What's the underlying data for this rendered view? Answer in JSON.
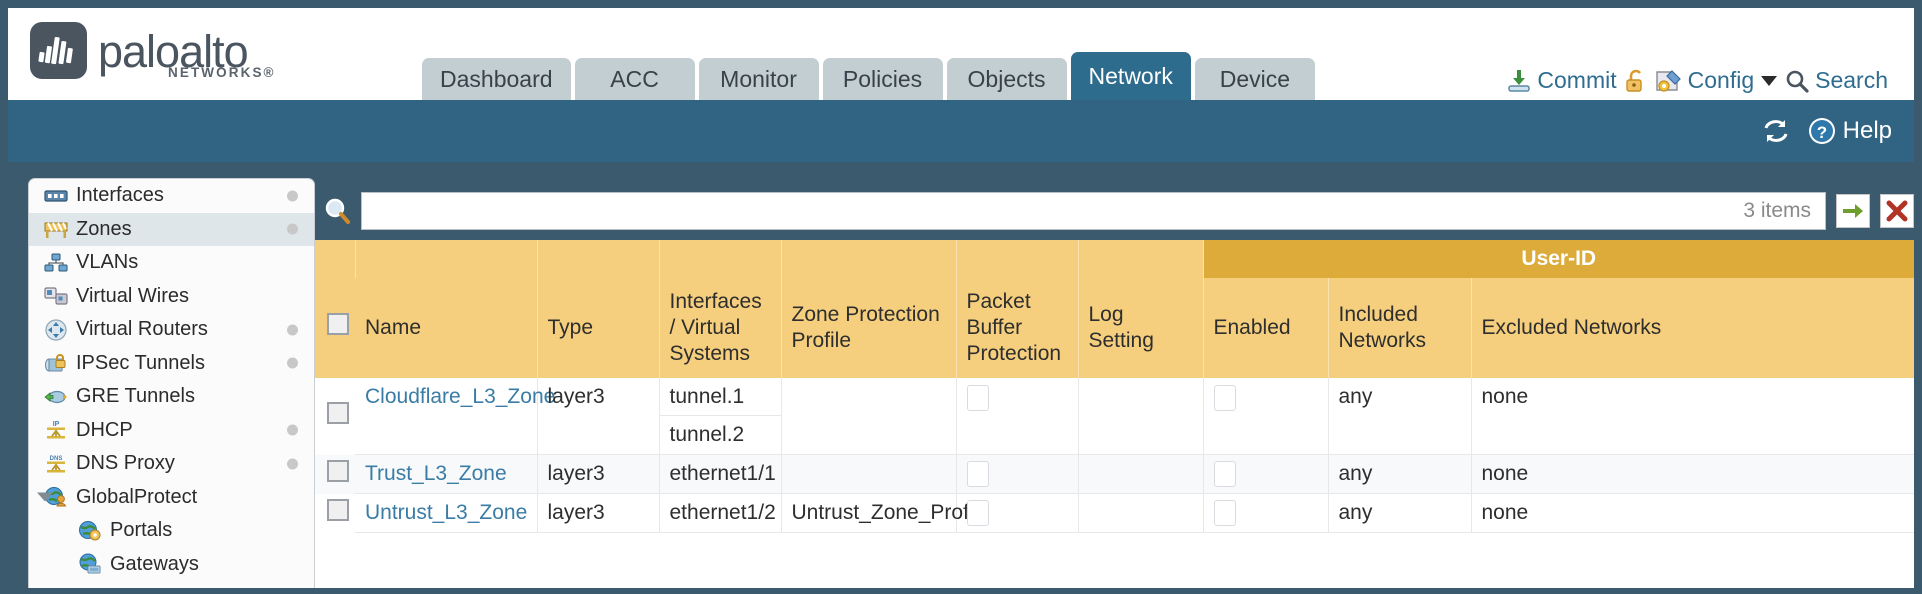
{
  "brand": {
    "name": "paloalto",
    "sub": "NETWORKS®"
  },
  "nav": {
    "tabs": [
      {
        "label": "Dashboard",
        "active": false
      },
      {
        "label": "ACC",
        "active": false
      },
      {
        "label": "Monitor",
        "active": false
      },
      {
        "label": "Policies",
        "active": false
      },
      {
        "label": "Objects",
        "active": false
      },
      {
        "label": "Network",
        "active": true
      },
      {
        "label": "Device",
        "active": false
      }
    ]
  },
  "header_actions": {
    "commit": "Commit",
    "lock": "",
    "config": "Config",
    "search": "Search"
  },
  "subbar": {
    "refresh": "",
    "help": "Help"
  },
  "sidebar": {
    "items": [
      {
        "label": "Interfaces",
        "icon": "interfaces-icon",
        "dot": true,
        "selected": false,
        "indent": false,
        "twisty": false
      },
      {
        "label": "Zones",
        "icon": "zones-icon",
        "dot": true,
        "selected": true,
        "indent": false,
        "twisty": false
      },
      {
        "label": "VLANs",
        "icon": "vlans-icon",
        "dot": false,
        "selected": false,
        "indent": false,
        "twisty": false
      },
      {
        "label": "Virtual Wires",
        "icon": "virtual-wires-icon",
        "dot": false,
        "selected": false,
        "indent": false,
        "twisty": false
      },
      {
        "label": "Virtual Routers",
        "icon": "virtual-routers-icon",
        "dot": true,
        "selected": false,
        "indent": false,
        "twisty": false
      },
      {
        "label": "IPSec Tunnels",
        "icon": "ipsec-tunnels-icon",
        "dot": true,
        "selected": false,
        "indent": false,
        "twisty": false
      },
      {
        "label": "GRE Tunnels",
        "icon": "gre-tunnels-icon",
        "dot": false,
        "selected": false,
        "indent": false,
        "twisty": false
      },
      {
        "label": "DHCP",
        "icon": "dhcp-icon",
        "dot": true,
        "selected": false,
        "indent": false,
        "twisty": false
      },
      {
        "label": "DNS Proxy",
        "icon": "dns-proxy-icon",
        "dot": true,
        "selected": false,
        "indent": false,
        "twisty": false
      },
      {
        "label": "GlobalProtect",
        "icon": "globalprotect-icon",
        "dot": false,
        "selected": false,
        "indent": false,
        "twisty": true
      },
      {
        "label": "Portals",
        "icon": "portals-icon",
        "dot": false,
        "selected": false,
        "indent": true,
        "twisty": false
      },
      {
        "label": "Gateways",
        "icon": "gateways-icon",
        "dot": false,
        "selected": false,
        "indent": true,
        "twisty": false
      }
    ]
  },
  "search": {
    "value": "",
    "placeholder": "",
    "item_count": "3 items",
    "apply_label": "",
    "clear_label": ""
  },
  "table": {
    "group_header": {
      "label": "User-ID",
      "span": 3
    },
    "columns": [
      "Name",
      "Type",
      "Interfaces / Virtual Systems",
      "Zone Protection Profile",
      "Packet Buffer Protection",
      "Log Setting",
      "Enabled",
      "Included Networks",
      "Excluded Networks"
    ],
    "rows": [
      {
        "name": "Cloudflare_L3_Zone",
        "type": "layer3",
        "interfaces": [
          "tunnel.1",
          "tunnel.2"
        ],
        "zone_protection_profile": "",
        "packet_buffer_protection": false,
        "log_setting": "",
        "userid_enabled": false,
        "included_networks": "any",
        "excluded_networks": "none",
        "selected": false,
        "alt": false
      },
      {
        "name": "Trust_L3_Zone",
        "type": "layer3",
        "interfaces": [
          "ethernet1/1"
        ],
        "zone_protection_profile": "",
        "packet_buffer_protection": false,
        "log_setting": "",
        "userid_enabled": false,
        "included_networks": "any",
        "excluded_networks": "none",
        "selected": false,
        "alt": true
      },
      {
        "name": "Untrust_L3_Zone",
        "type": "layer3",
        "interfaces": [
          "ethernet1/2"
        ],
        "zone_protection_profile": "Untrust_Zone_Prof",
        "packet_buffer_protection": false,
        "log_setting": "",
        "userid_enabled": false,
        "included_networks": "any",
        "excluded_networks": "none",
        "selected": false,
        "alt": false
      }
    ]
  },
  "colors": {
    "header_yellow": "#f5cf7d",
    "group_yellow": "#dcab3a",
    "tab_active": "#2e6c8e",
    "tab_inactive": "#c2ced2",
    "chrome_blue": "#316383",
    "page_blue": "#3b5a6e",
    "link": "#3a7ca5"
  }
}
